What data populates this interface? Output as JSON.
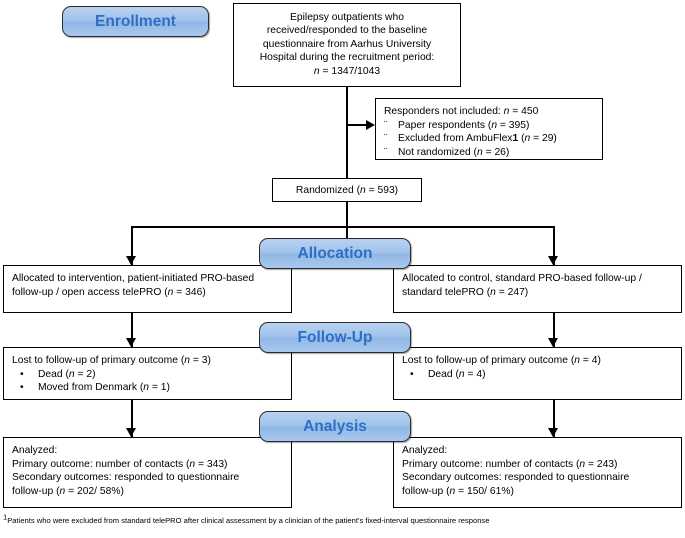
{
  "diagram": {
    "title": "CONSORT participant flow diagram",
    "accent_color": "#2e6ec4",
    "banner_fill": "#a9c9ef",
    "stages": {
      "enrollment": "Enrollment",
      "allocation": "Allocation",
      "followup": "Follow-Up",
      "analysis": "Analysis"
    },
    "boxes": {
      "source": {
        "line1": "Epilepsy outpatients who",
        "line2": "received/responded to the baseline",
        "line3": "questionnaire from Aarhus University",
        "line4": "Hospital during the recruitment period:",
        "line5_n": "n",
        "line5_val": " = 1347/1043"
      },
      "excluded": {
        "heading_pre": "Responders not included: ",
        "heading_n": "n",
        "heading_val": " = 450",
        "items": [
          {
            "label": "Paper respondents  (",
            "n": "n",
            "val": " = 395)"
          },
          {
            "label": "Excluded from AmbuFlex",
            "sup": "1",
            "mid": " (",
            "n": "n",
            "val": " = 29)"
          },
          {
            "label": "Not randomized (",
            "n": "n",
            "val": " = 26)"
          }
        ]
      },
      "randomized": {
        "label": "Randomized (",
        "n": "n",
        "val": " = 593)"
      },
      "alloc_left": {
        "line1": "Allocated to intervention, patient-initiated PRO-based",
        "line2_pre": "follow-up / open access telePRO (",
        "line2_n": "n",
        "line2_val": " = 346)"
      },
      "alloc_right": {
        "line1": "Allocated to control, standard PRO-based follow-up /",
        "line2_pre": "standard telePRO (",
        "line2_n": "n",
        "line2_val": " = 247)"
      },
      "fu_left": {
        "heading_pre": "Lost to follow-up of primary outcome (",
        "heading_n": "n",
        "heading_val": " = 3)",
        "items": [
          {
            "label": "Dead (",
            "n": "n",
            "val": " = 2)"
          },
          {
            "label": "Moved from Denmark (",
            "n": "n",
            "val": " = 1)"
          }
        ]
      },
      "fu_right": {
        "heading_pre": "Lost to follow-up of primary outcome (",
        "heading_n": "n",
        "heading_val": " = 4)",
        "items": [
          {
            "label": "Dead (",
            "n": "n",
            "val": " = 4)"
          }
        ]
      },
      "an_left": {
        "line1": "Analyzed:",
        "line2_pre": "Primary outcome: number of contacts (",
        "line2_n": "n",
        "line2_val": " = 343)",
        "line3": "Secondary outcomes: responded to questionnaire",
        "line4_pre": "follow-up (",
        "line4_n": "n",
        "line4_val": " = 202/ 58%)"
      },
      "an_right": {
        "line1": "Analyzed:",
        "line2_pre": "Primary outcome: number of contacts (",
        "line2_n": "n",
        "line2_val": " = 243)",
        "line3": "Secondary outcomes: responded to questionnaire",
        "line4_pre": "follow-up (",
        "line4_n": "n",
        "line4_val": " = 150/ 61%)"
      }
    },
    "footnote": {
      "marker": "1",
      "text": "Patients who were excluded from standard telePRO after clinical assessment by a clinician of the patient's fixed-interval questionnaire response"
    }
  }
}
